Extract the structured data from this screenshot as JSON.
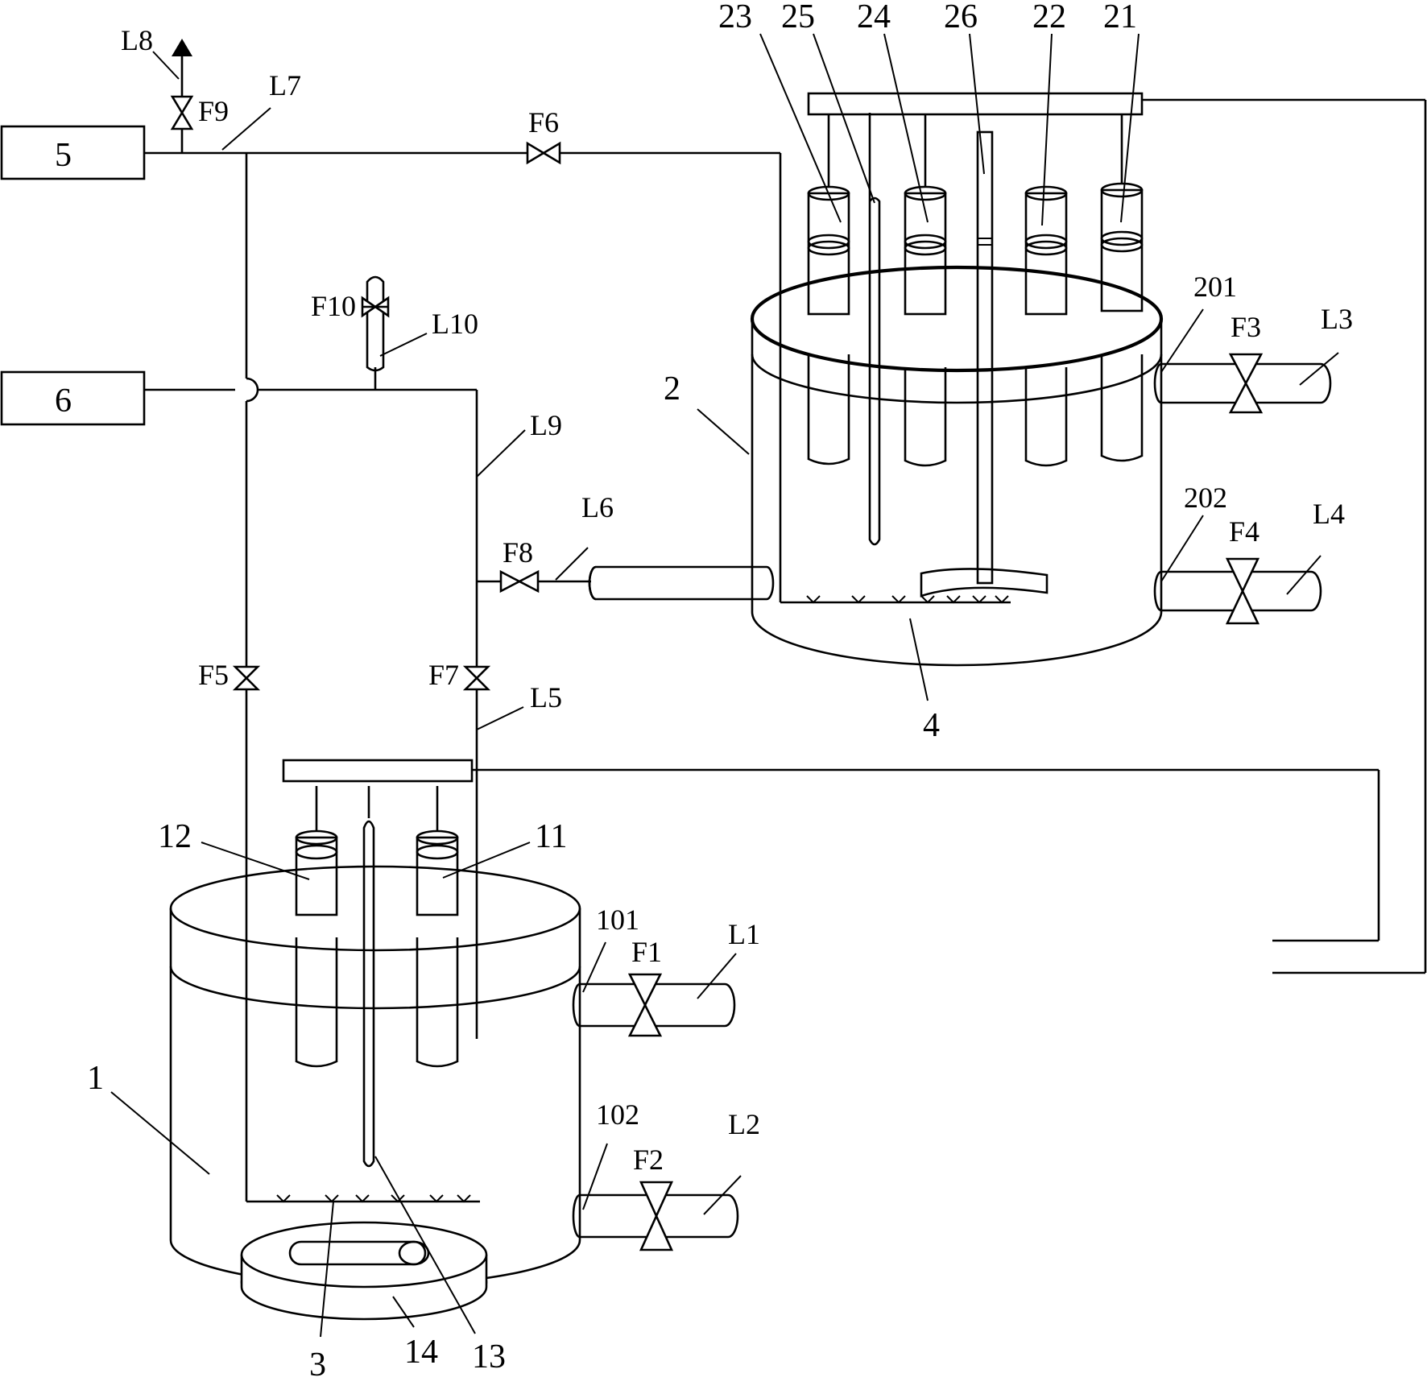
{
  "boxes": {
    "box_5": "5",
    "box_6": "6"
  },
  "lines": {
    "L1": "L1",
    "L2": "L2",
    "L3": "L3",
    "L4": "L4",
    "L5": "L5",
    "L6": "L6",
    "L7": "L7",
    "L8": "L8",
    "L9": "L9",
    "L10": "L10"
  },
  "valves": {
    "F1": "F1",
    "F2": "F2",
    "F3": "F3",
    "F4": "F4",
    "F5": "F5",
    "F6": "F6",
    "F7": "F7",
    "F8": "F8",
    "F9": "F9",
    "F10": "F10"
  },
  "parts": {
    "p1": "1",
    "p2": "2",
    "p3": "3",
    "p4": "4",
    "p11": "11",
    "p12": "12",
    "p13": "13",
    "p14": "14",
    "p21": "21",
    "p22": "22",
    "p23": "23",
    "p24": "24",
    "p25": "25",
    "p26": "26",
    "p101": "101",
    "p102": "102",
    "p201": "201",
    "p202": "202"
  }
}
